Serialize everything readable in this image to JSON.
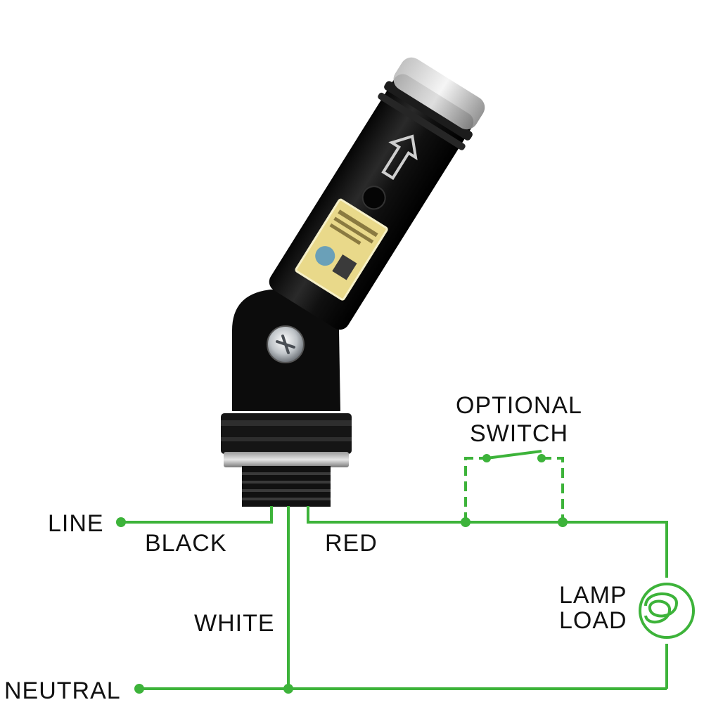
{
  "diagram": {
    "labels": {
      "optional_switch_line1": "OPTIONAL",
      "optional_switch_line2": "SWITCH",
      "line": "LINE",
      "black": "BLACK",
      "red": "RED",
      "white": "WHITE",
      "lamp_line1": "LAMP",
      "lamp_line2": "LOAD",
      "neutral": "NEUTRAL"
    },
    "colors": {
      "wire": "#3db33a",
      "sensor_body": "#111111",
      "text": "#111111",
      "sticker": "#e9d98a"
    },
    "icons": [
      "photocell-sensor-icon",
      "screw-icon",
      "lamp-bulb-icon",
      "switch-icon"
    ]
  }
}
